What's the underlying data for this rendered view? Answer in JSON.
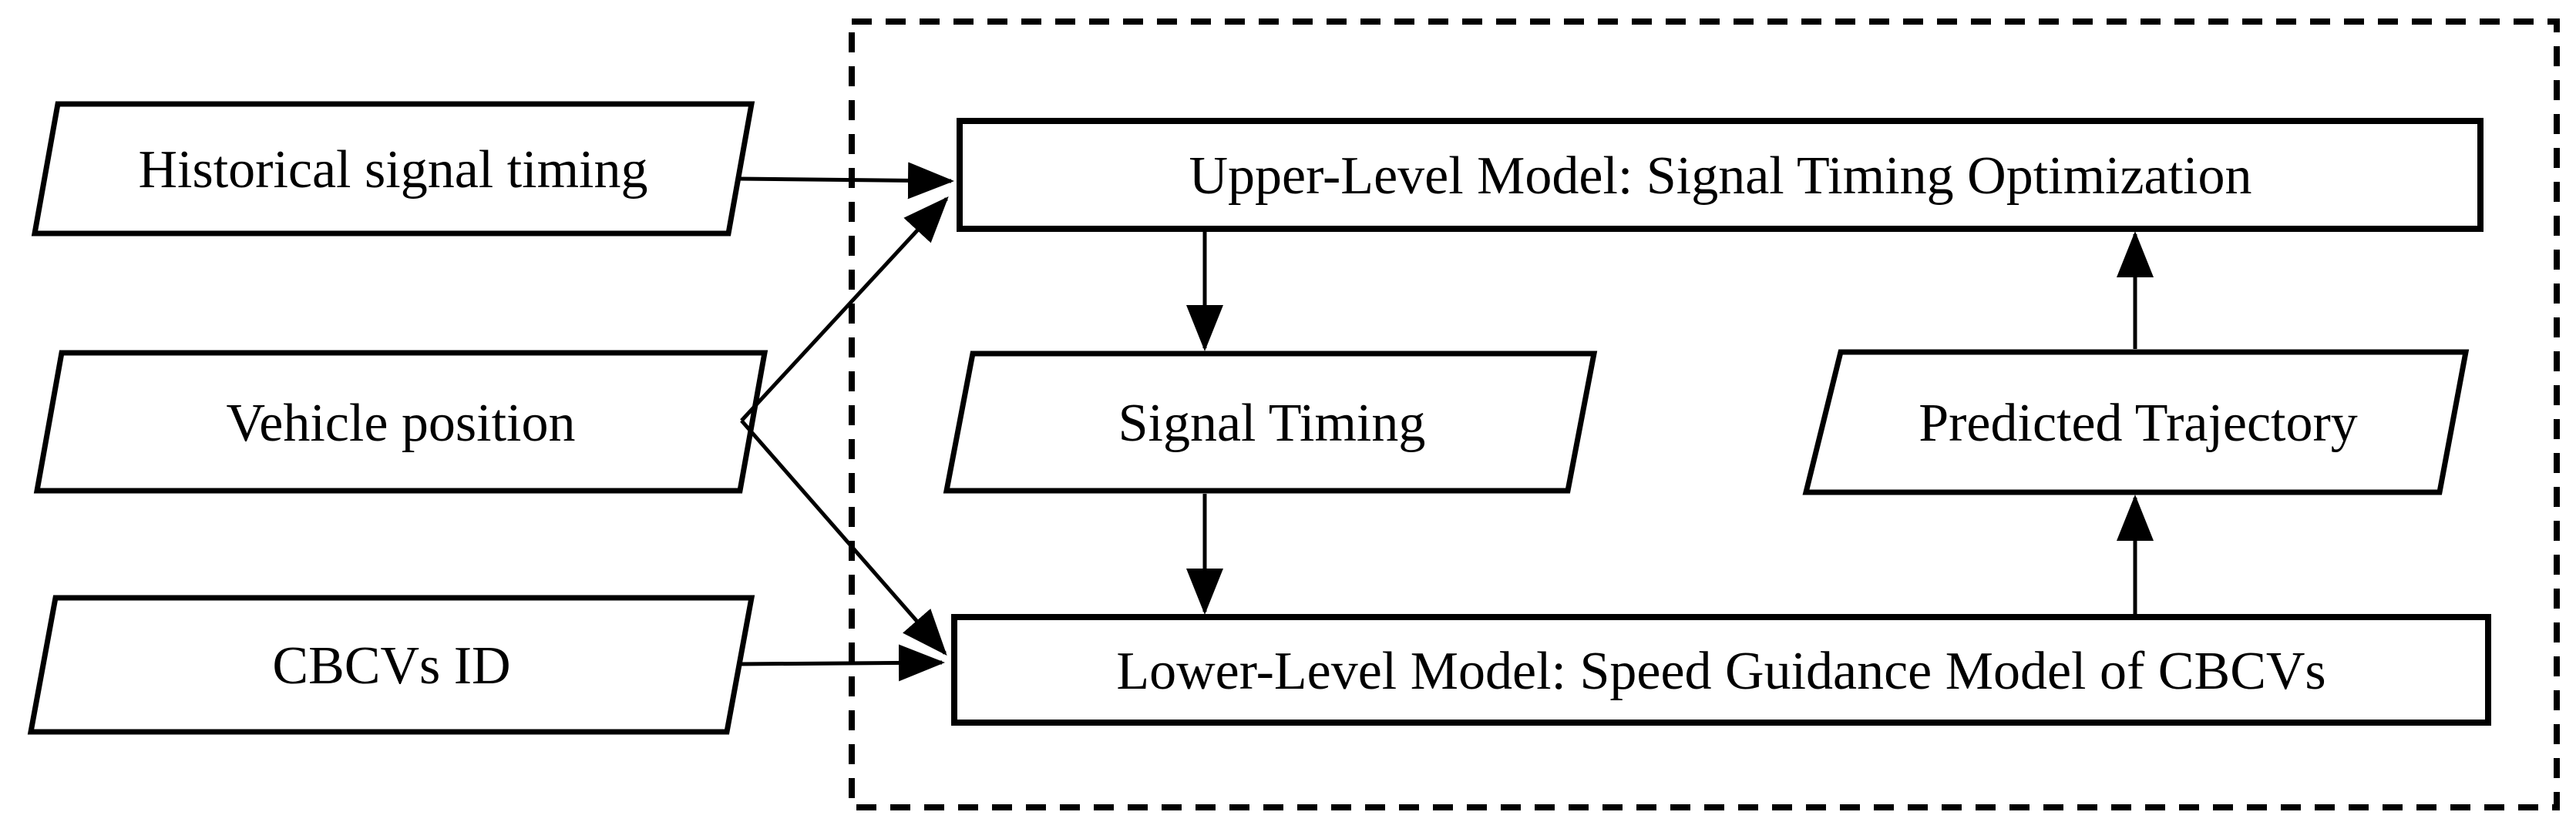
{
  "page": {
    "background_color": "#ffffff",
    "ink_color": "#000000"
  },
  "diagram": {
    "inputs": {
      "historical_signal_timing": "Historical signal timing",
      "vehicle_position": "Vehicle position",
      "cbcvs_id": "CBCVs ID"
    },
    "framework": {
      "upper_level_model": "Upper-Level Model: Signal Timing Optimization",
      "signal_timing": "Signal Timing",
      "predicted_trajectory": "Predicted Trajectory",
      "lower_level_model": "Lower-Level Model: Speed Guidance Model of CBCVs"
    },
    "flows": [
      {
        "from": "historical_signal_timing",
        "to": "upper_level_model"
      },
      {
        "from": "vehicle_position",
        "to": "upper_level_model"
      },
      {
        "from": "vehicle_position",
        "to": "lower_level_model"
      },
      {
        "from": "cbcvs_id",
        "to": "lower_level_model"
      },
      {
        "from": "upper_level_model",
        "to": "signal_timing"
      },
      {
        "from": "signal_timing",
        "to": "lower_level_model"
      },
      {
        "from": "lower_level_model",
        "to": "predicted_trajectory"
      },
      {
        "from": "predicted_trajectory",
        "to": "upper_level_model"
      }
    ]
  }
}
